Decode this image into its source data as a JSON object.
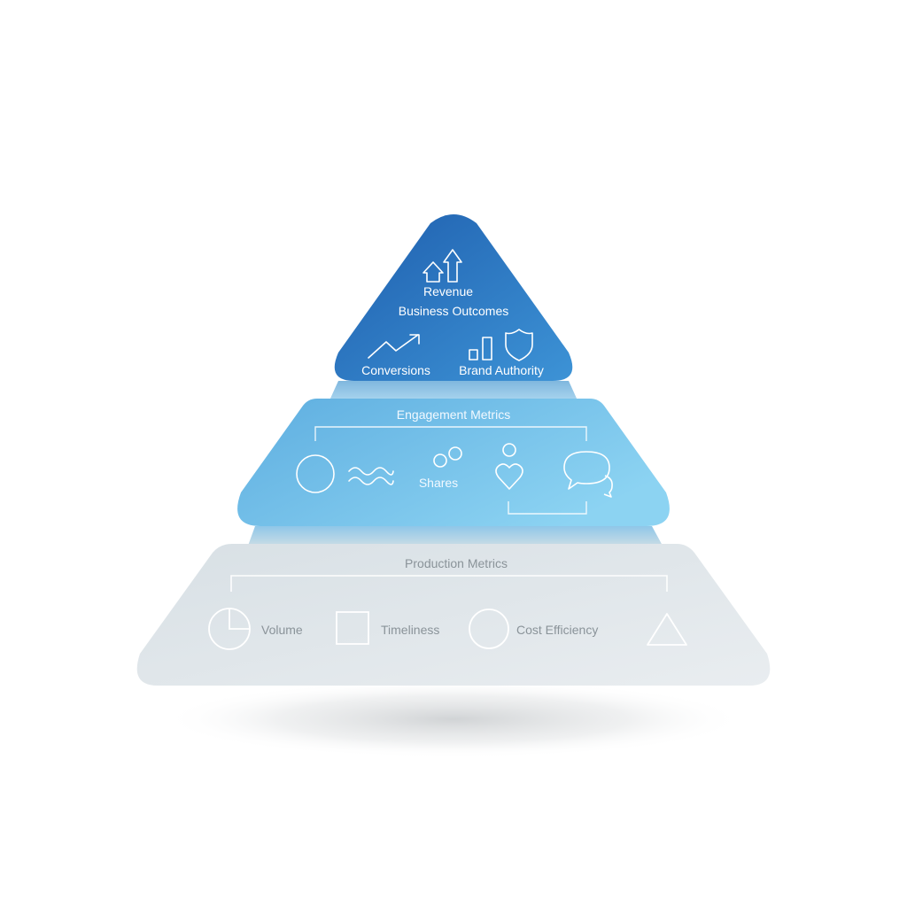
{
  "tiers": {
    "top": {
      "revenue_label": "Revenue",
      "title": "Business Outcomes",
      "items": [
        {
          "label": "Conversions",
          "icon": "trend-line-icon"
        },
        {
          "label": "Brand Authority",
          "icon": "shield-bars-icon"
        }
      ],
      "header_icon": "arrows-up-icon",
      "color_dark": "#1f5fae",
      "color_light": "#3d93d6"
    },
    "middle": {
      "title": "Engagement Metrics",
      "items": [
        {
          "label": "",
          "icon": "circle-icon"
        },
        {
          "label": "",
          "icon": "wave-icon"
        },
        {
          "label": "Shares",
          "icon": "bubbles-icon"
        },
        {
          "label": "",
          "icon": "heart-person-icon"
        },
        {
          "label": "",
          "icon": "chat-icon"
        }
      ],
      "color_dark": "#5eaee0",
      "color_light": "#8cd3f2"
    },
    "bottom": {
      "title": "Production Metrics",
      "items": [
        {
          "label": "Volume",
          "icon": "pie-icon"
        },
        {
          "label": "Timeliness",
          "icon": "square-icon"
        },
        {
          "label": "Cost Efficiency",
          "icon": "circle-icon"
        },
        {
          "label": "",
          "icon": "triangle-icon"
        }
      ],
      "color": "#dde4e8"
    }
  }
}
